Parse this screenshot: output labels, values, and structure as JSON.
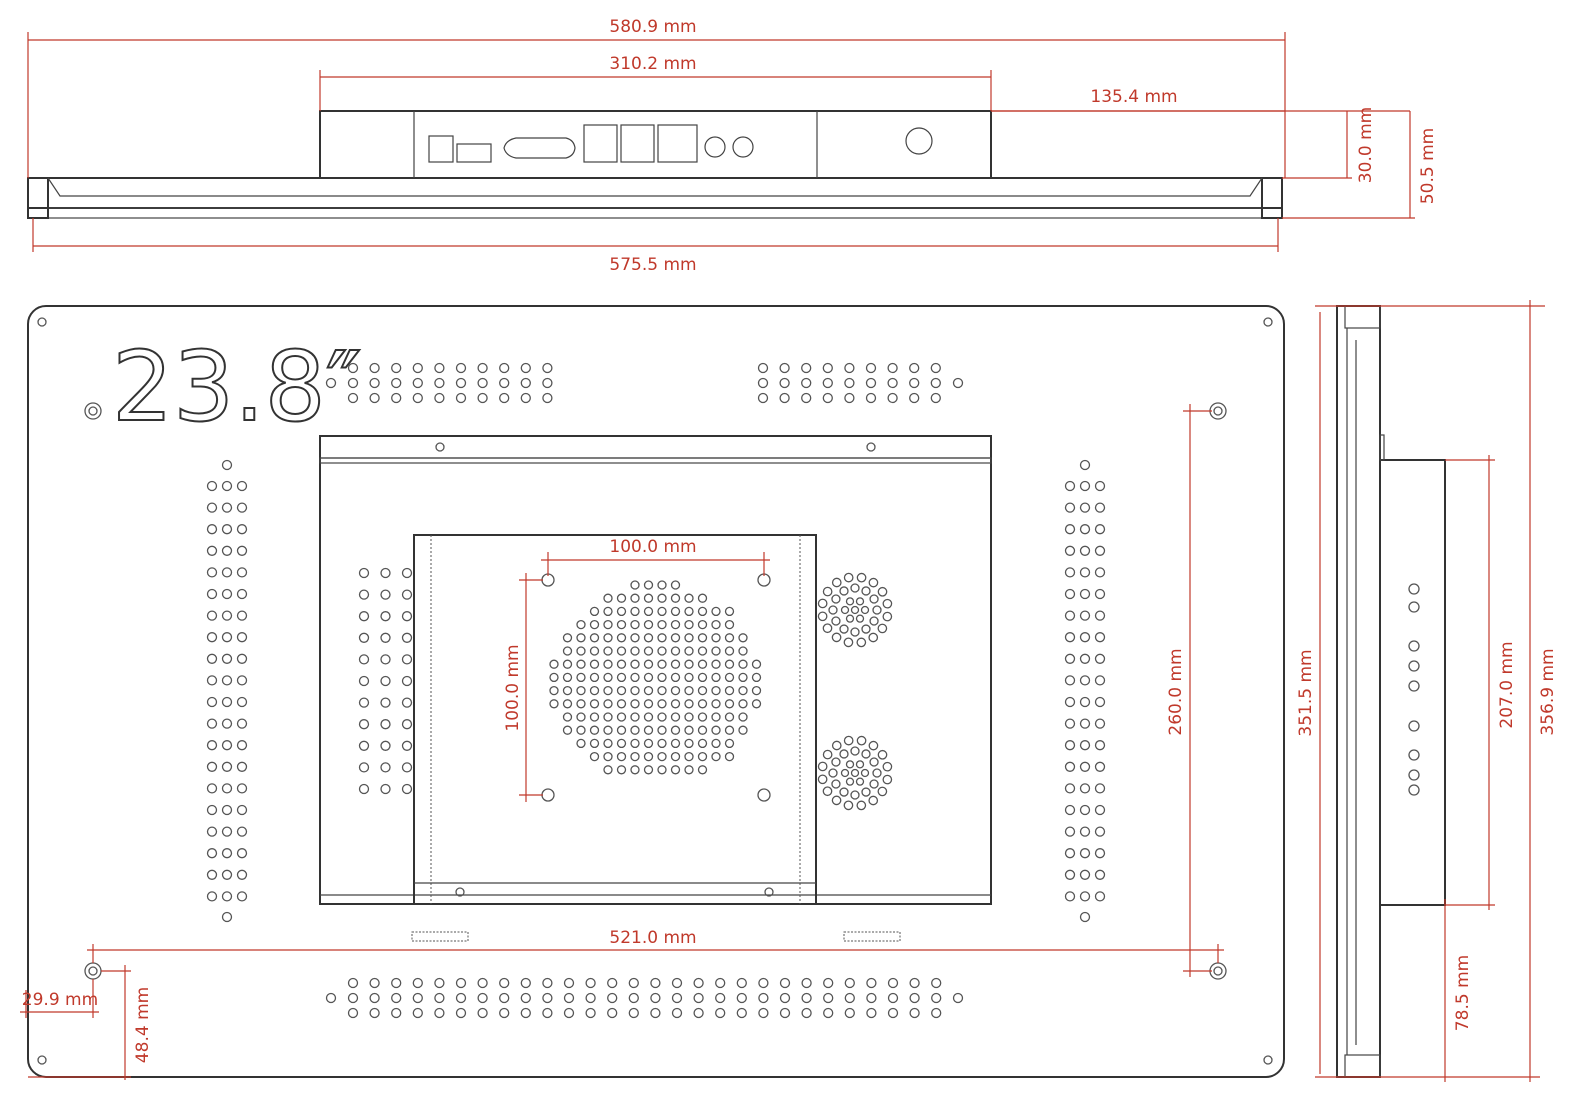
{
  "colors": {
    "dimension": "#c0392b",
    "outline": "#333333",
    "background": "#ffffff"
  },
  "size_label": "23.8″",
  "top_view": {
    "overall_width": "580.9 mm",
    "connector_box_width": "310.2 mm",
    "right_offset": "135.4 mm",
    "box_height": "30.0 mm",
    "total_depth": "50.5 mm",
    "base_width": "575.5 mm"
  },
  "back_view": {
    "vesa_horizontal": "100.0 mm",
    "vesa_vertical": "100.0 mm",
    "mount_vertical": "260.0 mm",
    "mount_horizontal": "521.0 mm",
    "hole_offset_x": "29.9 mm",
    "hole_offset_y": "48.4 mm"
  },
  "side_view": {
    "inner_height": "351.5 mm",
    "box_height": "207.0 mm",
    "overall_height": "356.9 mm",
    "bottom_offset": "78.5 mm"
  }
}
